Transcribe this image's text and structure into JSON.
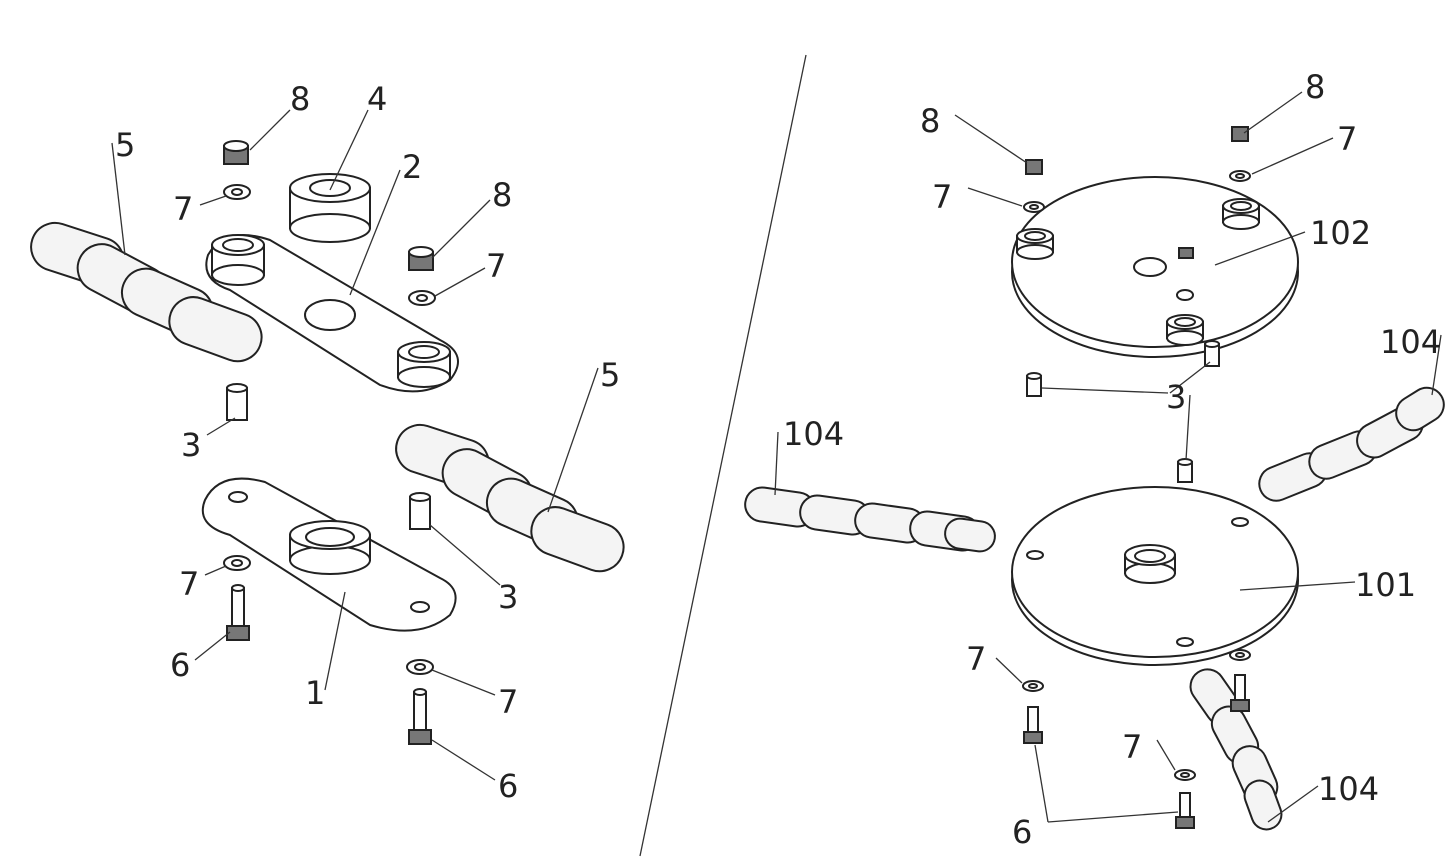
{
  "diagram": {
    "left_assembly": {
      "labels": {
        "l8a": "8",
        "l4": "4",
        "l5a": "5",
        "l2": "2",
        "l8b": "8",
        "l7a": "7",
        "l7b": "7",
        "l5b": "5",
        "l3a": "3",
        "l3b": "3",
        "l7c": "7",
        "l6a": "6",
        "l1": "1",
        "l7d": "7",
        "l6b": "6"
      }
    },
    "right_assembly": {
      "labels": {
        "r8a": "8",
        "r8b": "8",
        "r7a": "7",
        "r7b": "7",
        "r102": "102",
        "r104a": "104",
        "r3": "3",
        "r104b": "104",
        "r101": "101",
        "r7c": "7",
        "r7d": "7",
        "r104c": "104",
        "r6": "6"
      }
    },
    "colors": {
      "line": "#222222",
      "nut_fill": "#777777",
      "background": "#ffffff"
    }
  }
}
